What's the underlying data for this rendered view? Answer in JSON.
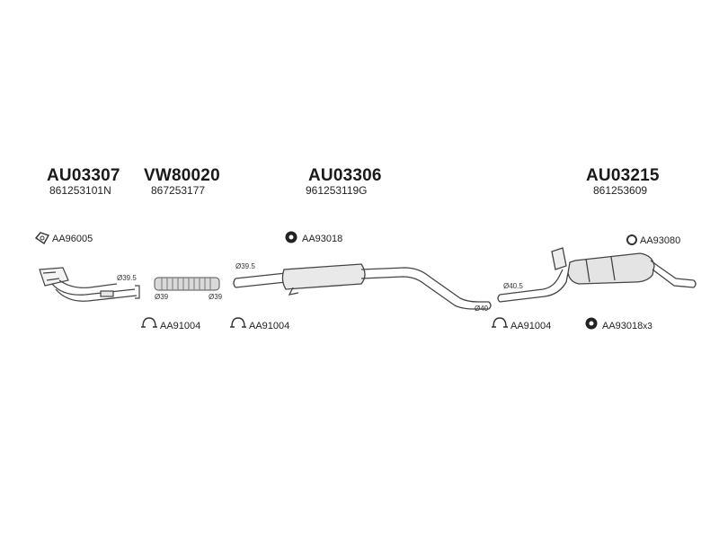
{
  "parts": [
    {
      "code": "AU03307",
      "number": "861253101N"
    },
    {
      "code": "VW80020",
      "number": "867253177"
    },
    {
      "code": "AU03306",
      "number": "961253119G"
    },
    {
      "code": "AU03215",
      "number": "861253609"
    }
  ],
  "accessories": [
    {
      "code": "AA96005",
      "icon": "gasket-icon"
    },
    {
      "code": "AA93018",
      "icon": "rubber-mount-icon"
    },
    {
      "code": "AA93080",
      "icon": "ring-icon"
    },
    {
      "code": "AA91004",
      "icon": "clamp-icon"
    },
    {
      "code": "AA91004",
      "icon": "clamp-icon"
    },
    {
      "code": "AA91004",
      "icon": "clamp-icon"
    },
    {
      "code": "AA93018",
      "icon": "rubber-mount-icon"
    }
  ],
  "quantity_note": "x3",
  "dimensions": [
    "Ø39.5",
    "Ø39",
    "Ø39",
    "Ø39.5",
    "Ø40",
    "Ø40.5"
  ]
}
